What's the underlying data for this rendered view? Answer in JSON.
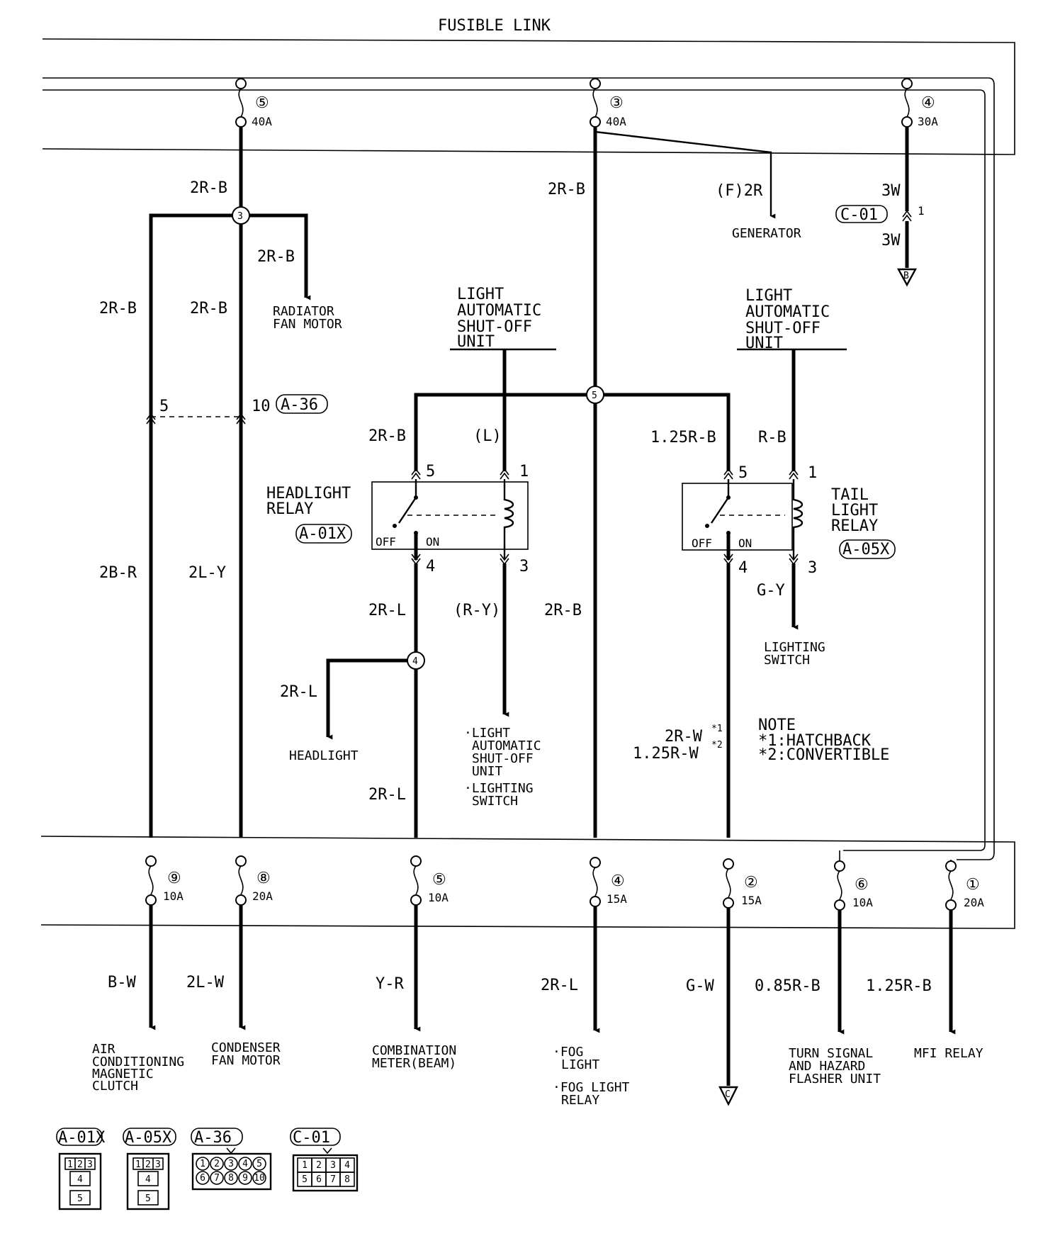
{
  "title": "FUSIBLE LINK",
  "fuses_top": [
    {
      "num": "⑤",
      "rating": "40A"
    },
    {
      "num": "③",
      "rating": "40A"
    },
    {
      "num": "④",
      "rating": "30A"
    }
  ],
  "fuses_bottom": [
    {
      "num": "⑨",
      "rating": "10A"
    },
    {
      "num": "⑧",
      "rating": "20A"
    },
    {
      "num": "⑤",
      "rating": "10A"
    },
    {
      "num": "④",
      "rating": "15A"
    },
    {
      "num": "②",
      "rating": "15A"
    },
    {
      "num": "⑥",
      "rating": "10A"
    },
    {
      "num": "①",
      "rating": "20A"
    }
  ],
  "wire_labels": {
    "w2RB_top": "2R-B",
    "w2RB_center": "2R-B",
    "f2R": "(F)2R",
    "w3W_top": "3W",
    "w3W_bottom": "3W",
    "w2RB_radiator": "2R-B",
    "w2RB_left": "2R-B",
    "w2RB_mid": "2R-B",
    "w2RB_relay": "2R-B",
    "wL": "(L)",
    "w125RB": "1.25R-B",
    "wRB": "R-B",
    "w2BR": "2B-R",
    "w2LY": "2L-Y",
    "w2RL_a": "2R-L",
    "wRY": "(R-Y)",
    "w2RB_fog": "2R-B",
    "wGY": "G-Y",
    "w2RL_b": "2R-L",
    "w2RL_c": "2R-L",
    "w2RW": "2R-W",
    "w125RW": "1.25R-W",
    "wBW": "B-W",
    "w2LW": "2L-W",
    "wYR": "Y-R",
    "w2RL_d": "2R-L",
    "wGW": "G-W",
    "w085RB": "0.85R-B",
    "w125RB_b": "1.25R-B"
  },
  "junctions": [
    "3",
    "5",
    "4"
  ],
  "connectors": {
    "c01": "C-01",
    "a36": "A-36",
    "a01x": "A-01X",
    "a05x": "A-05X",
    "a36_pins": [
      "5",
      "10"
    ],
    "c01_pin": "1"
  },
  "relays": {
    "headlight": {
      "name": [
        "HEADLIGHT",
        "RELAY"
      ],
      "pins": [
        "5",
        "1",
        "4",
        "3"
      ],
      "off": "OFF",
      "on": "ON"
    },
    "tail": {
      "name": [
        "TAIL",
        "LIGHT",
        "RELAY"
      ],
      "pins": [
        "5",
        "1",
        "4",
        "3"
      ],
      "off": "OFF",
      "on": "ON"
    }
  },
  "units": {
    "light_auto_1": [
      "LIGHT",
      "AUTOMATIC",
      "SHUT-OFF",
      "UNIT"
    ],
    "light_auto_2": [
      "LIGHT",
      "AUTOMATIC",
      "SHUT-OFF",
      "UNIT"
    ]
  },
  "destinations": {
    "generator": "GENERATOR",
    "radiator": [
      "RADIATOR",
      "FAN MOTOR"
    ],
    "lighting_switch": [
      "LIGHTING",
      "SWITCH"
    ],
    "headlight": "HEADLIGHT",
    "auto_shutoff": [
      "·LIGHT",
      "AUTOMATIC",
      "SHUT-OFF",
      "UNIT",
      "·LIGHTING",
      "SWITCH"
    ],
    "ac": [
      "AIR",
      "CONDITIONING",
      "MAGNETIC",
      "CLUTCH"
    ],
    "condenser": [
      "CONDENSER",
      "FAN MOTOR"
    ],
    "meter": [
      "COMBINATION",
      "METER(BEAM)"
    ],
    "fog": [
      "·FOG",
      "LIGHT",
      "·FOG LIGHT",
      "RELAY"
    ],
    "turn": [
      "TURN SIGNAL",
      "AND HAZARD",
      "FLASHER UNIT"
    ],
    "mfi": "MFI RELAY"
  },
  "references": {
    "b": "B",
    "c": "C"
  },
  "note": [
    "NOTE",
    "*1:HATCHBACK",
    "*2:CONVERTIBLE"
  ],
  "note_marks": [
    "*1",
    "*2"
  ],
  "legend": [
    {
      "id": "A-01X",
      "pins": [
        "1",
        "2",
        "3",
        "4",
        "5"
      ]
    },
    {
      "id": "A-05X",
      "pins": [
        "1",
        "2",
        "3",
        "4",
        "5"
      ]
    },
    {
      "id": "A-36",
      "pins": [
        "1",
        "2",
        "3",
        "4",
        "5",
        "6",
        "7",
        "8",
        "9",
        "10"
      ]
    },
    {
      "id": "C-01",
      "pins": [
        "1",
        "2",
        "3",
        "4",
        "5",
        "6",
        "7",
        "8"
      ]
    }
  ]
}
